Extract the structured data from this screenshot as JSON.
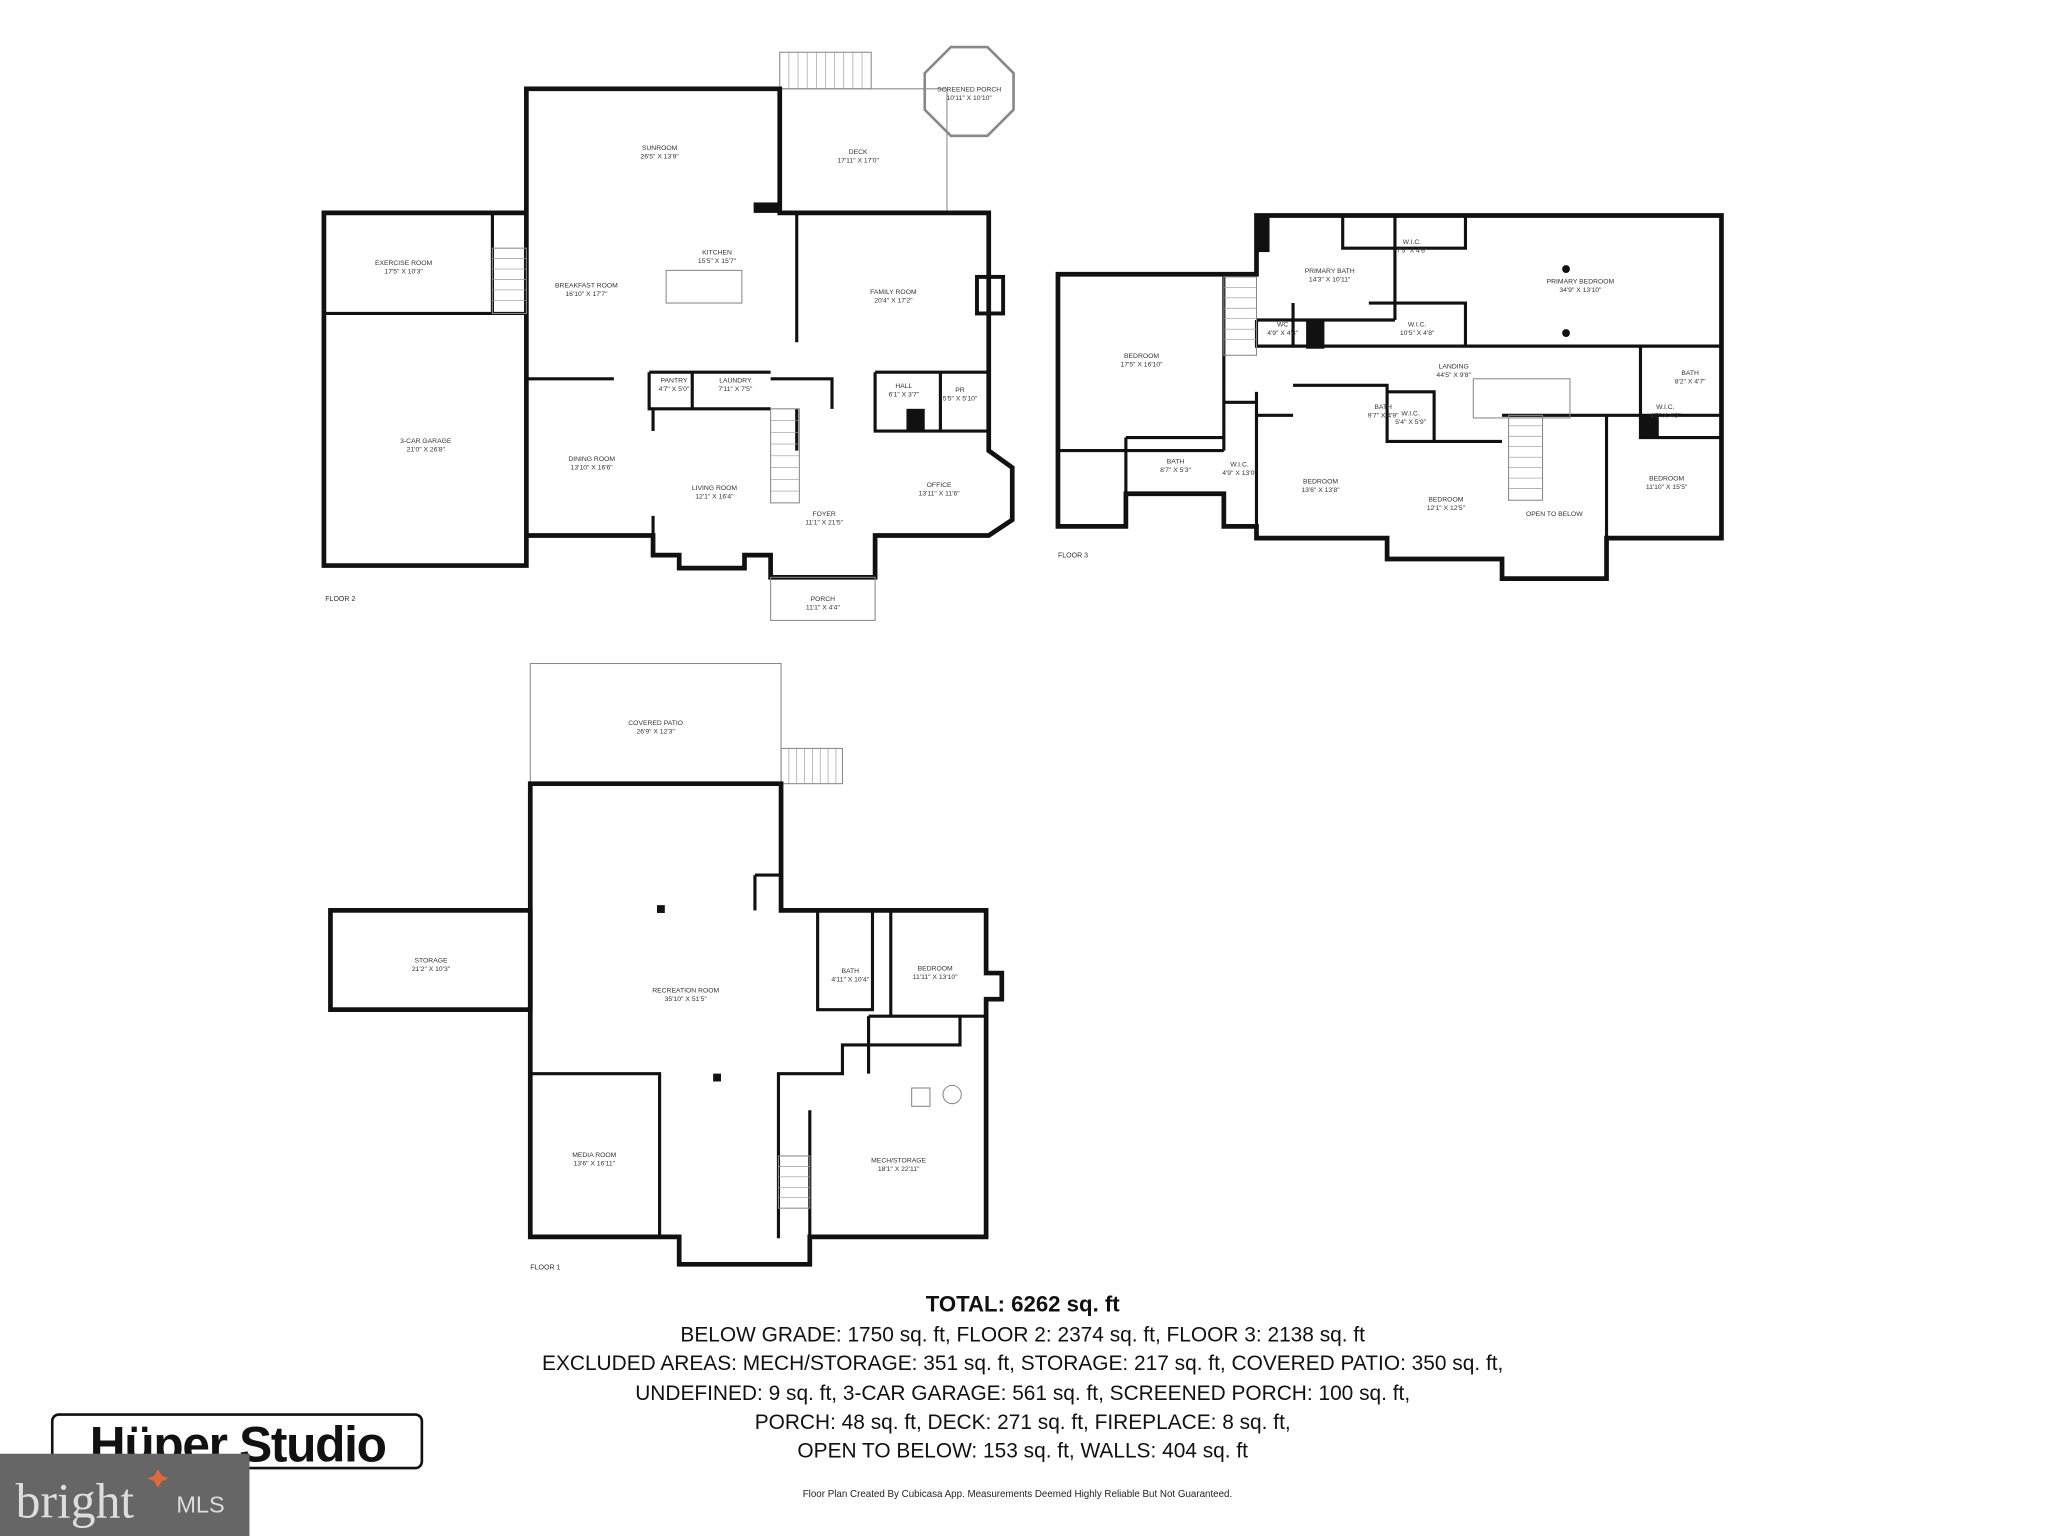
{
  "floors": [
    {
      "label": "FLOOR 2",
      "rooms": [
        {
          "name": "SUNROOM",
          "dims": "26'5\" X 13'9\""
        },
        {
          "name": "DECK",
          "dims": "17'11\" X 17'0\""
        },
        {
          "name": "SCREENED PORCH",
          "dims": "10'11\" X 10'10\""
        },
        {
          "name": "EXERCISE ROOM",
          "dims": "17'5\" X 10'3\""
        },
        {
          "name": "KITCHEN",
          "dims": "15'5\" X 15'7\""
        },
        {
          "name": "BREAKFAST ROOM",
          "dims": "16'10\" X 17'7\""
        },
        {
          "name": "FAMILY ROOM",
          "dims": "20'4\" X 17'2\""
        },
        {
          "name": "3-CAR GARAGE",
          "dims": "21'0\" X 26'8\""
        },
        {
          "name": "PANTRY",
          "dims": "4'7\" X 5'0\""
        },
        {
          "name": "LAUNDRY",
          "dims": "7'11\" X 7'5\""
        },
        {
          "name": "HALL",
          "dims": "6'1\" X 3'7\""
        },
        {
          "name": "PR",
          "dims": "5'5\" X 5'10\""
        },
        {
          "name": "DINING ROOM",
          "dims": "13'10\" X 16'6\""
        },
        {
          "name": "LIVING ROOM",
          "dims": "12'1\" X 16'4\""
        },
        {
          "name": "OFFICE",
          "dims": "13'11\" X 11'6\""
        },
        {
          "name": "FOYER",
          "dims": "11'1\" X 21'5\""
        },
        {
          "name": "PORCH",
          "dims": "11'1\" X 4'4\""
        }
      ]
    },
    {
      "label": "FLOOR 3",
      "rooms": [
        {
          "name": "PRIMARY BATH",
          "dims": "14'3\" X 10'11\""
        },
        {
          "name": "W.I.C.",
          "dims": "7'5\" X 4'6\""
        },
        {
          "name": "PRIMARY BEDROOM",
          "dims": "34'9\" X 13'10\""
        },
        {
          "name": "WC",
          "dims": "4'9\" X 4'8\""
        },
        {
          "name": "W.I.C.",
          "dims": "10'5\" X 4'8\""
        },
        {
          "name": "BEDROOM",
          "dims": "17'5\" X 16'10\""
        },
        {
          "name": "LANDING",
          "dims": "44'5\" X 9'8\""
        },
        {
          "name": "BATH",
          "dims": "8'2\" X 4'7\""
        },
        {
          "name": "BATH",
          "dims": "9'7\" X 4'9\""
        },
        {
          "name": "W.I.C.",
          "dims": "5'4\" X 5'9\""
        },
        {
          "name": "W.I.C.",
          "dims": "4'5\" X 4'3\""
        },
        {
          "name": "BATH",
          "dims": "8'7\" X 5'3\""
        },
        {
          "name": "W.I.C.",
          "dims": "4'9\" X 13'0\""
        },
        {
          "name": "BEDROOM",
          "dims": "13'6\" X 13'8\""
        },
        {
          "name": "BEDROOM",
          "dims": "12'1\" X 12'5\""
        },
        {
          "name": "BEDROOM",
          "dims": "11'10\" X 15'5\""
        },
        {
          "name": "OPEN TO BELOW",
          "dims": ""
        }
      ]
    },
    {
      "label": "FLOOR 1",
      "rooms": [
        {
          "name": "COVERED PATIO",
          "dims": "26'9\" X 12'3\""
        },
        {
          "name": "STORAGE",
          "dims": "21'2\" X 10'3\""
        },
        {
          "name": "BATH",
          "dims": "4'11\" X 10'4\""
        },
        {
          "name": "BEDROOM",
          "dims": "11'11\" X 13'10\""
        },
        {
          "name": "RECREATION ROOM",
          "dims": "35'10\" X 51'5\""
        },
        {
          "name": "MEDIA ROOM",
          "dims": "13'6\" X 16'11\""
        },
        {
          "name": "MECH/STORAGE",
          "dims": "18'1\" X 22'11\""
        }
      ]
    }
  ],
  "summary": {
    "total": "TOTAL: 6262 sq. ft",
    "lines": [
      "BELOW GRADE: 1750 sq. ft, FLOOR 2: 2374 sq. ft, FLOOR 3: 2138 sq. ft",
      "EXCLUDED AREAS: MECH/STORAGE: 351 sq. ft, STORAGE: 217 sq. ft, COVERED PATIO: 350 sq. ft,",
      "UNDEFINED: 9 sq. ft, 3-CAR GARAGE: 561 sq. ft, SCREENED PORCH: 100 sq. ft,",
      "PORCH: 48 sq. ft, DECK: 271 sq. ft, FIREPLACE: 8 sq. ft,",
      "OPEN TO BELOW: 153 sq. ft, WALLS: 404 sq. ft"
    ],
    "disclaimer": "Floor Plan Created By Cubicasa App. Measurements Deemed Highly Reliable But Not Guaranteed."
  },
  "logos": {
    "studio": "Hüper Studio",
    "mls_main": "bright",
    "mls_suffix": "MLS",
    "mls_bg": "#666666"
  }
}
